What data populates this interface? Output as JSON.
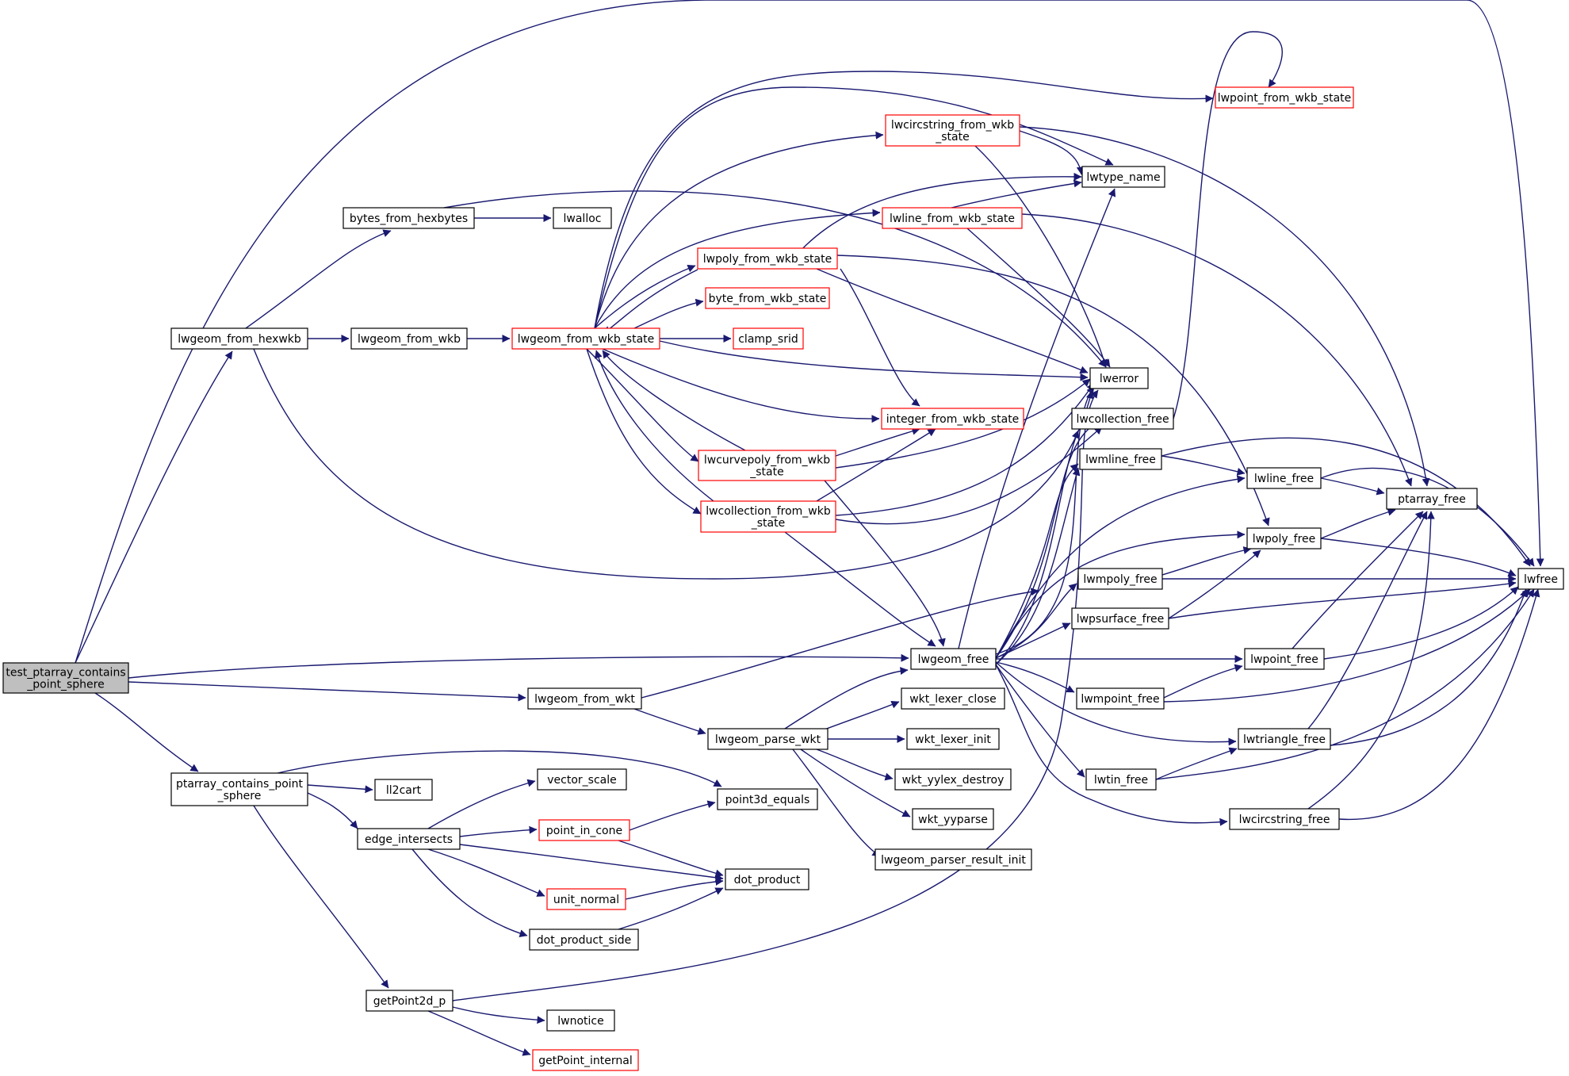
{
  "colors": {
    "edge": "#191970",
    "normal_border": "#000000",
    "truncated_border": "#ff0000",
    "root_fill": "#bfbfbf",
    "node_fill": "#ffffff"
  },
  "nodes": [
    {
      "id": "root",
      "lines": [
        "test_ptarray_contains",
        "_point_sphere"
      ],
      "style": "root"
    },
    {
      "id": "lwgeom_from_hexwkb",
      "lines": [
        "lwgeom_from_hexwkb"
      ],
      "style": "normal"
    },
    {
      "id": "ptarray_contains_point_sphere",
      "lines": [
        "ptarray_contains_point",
        "_sphere"
      ],
      "style": "normal"
    },
    {
      "id": "bytes_from_hexbytes",
      "lines": [
        "bytes_from_hexbytes"
      ],
      "style": "normal"
    },
    {
      "id": "lwalloc",
      "lines": [
        "lwalloc"
      ],
      "style": "normal"
    },
    {
      "id": "lwgeom_from_wkb",
      "lines": [
        "lwgeom_from_wkb"
      ],
      "style": "normal"
    },
    {
      "id": "lwgeom_from_wkb_state",
      "lines": [
        "lwgeom_from_wkb_state"
      ],
      "style": "truncated"
    },
    {
      "id": "lwcircstring_from_wkb_state",
      "lines": [
        "lwcircstring_from_wkb",
        "_state"
      ],
      "style": "truncated"
    },
    {
      "id": "lwline_from_wkb_state",
      "lines": [
        "lwline_from_wkb_state"
      ],
      "style": "truncated"
    },
    {
      "id": "lwpoly_from_wkb_state",
      "lines": [
        "lwpoly_from_wkb_state"
      ],
      "style": "truncated"
    },
    {
      "id": "byte_from_wkb_state",
      "lines": [
        "byte_from_wkb_state"
      ],
      "style": "truncated"
    },
    {
      "id": "clamp_srid",
      "lines": [
        "clamp_srid"
      ],
      "style": "truncated"
    },
    {
      "id": "integer_from_wkb_state",
      "lines": [
        "integer_from_wkb_state"
      ],
      "style": "truncated"
    },
    {
      "id": "lwcurvepoly_from_wkb_state",
      "lines": [
        "lwcurvepoly_from_wkb",
        "_state"
      ],
      "style": "truncated"
    },
    {
      "id": "lwcollection_from_wkb_state",
      "lines": [
        "lwcollection_from_wkb",
        "_state"
      ],
      "style": "truncated"
    },
    {
      "id": "lwpoint_from_wkb_state",
      "lines": [
        "lwpoint_from_wkb_state"
      ],
      "style": "truncated"
    },
    {
      "id": "lwtype_name",
      "lines": [
        "lwtype_name"
      ],
      "style": "normal"
    },
    {
      "id": "lwerror",
      "lines": [
        "lwerror"
      ],
      "style": "normal"
    },
    {
      "id": "lwcollection_free",
      "lines": [
        "lwcollection_free"
      ],
      "style": "normal"
    },
    {
      "id": "lwmline_free",
      "lines": [
        "lwmline_free"
      ],
      "style": "normal"
    },
    {
      "id": "lwline_free",
      "lines": [
        "lwline_free"
      ],
      "style": "normal"
    },
    {
      "id": "ptarray_free",
      "lines": [
        "ptarray_free"
      ],
      "style": "normal"
    },
    {
      "id": "lwpoly_free",
      "lines": [
        "lwpoly_free"
      ],
      "style": "normal"
    },
    {
      "id": "lwmpoly_free",
      "lines": [
        "lwmpoly_free"
      ],
      "style": "normal"
    },
    {
      "id": "lwfree",
      "lines": [
        "lwfree"
      ],
      "style": "normal"
    },
    {
      "id": "lwpsurface_free",
      "lines": [
        "lwpsurface_free"
      ],
      "style": "normal"
    },
    {
      "id": "lwgeom_free",
      "lines": [
        "lwgeom_free"
      ],
      "style": "normal"
    },
    {
      "id": "lwpoint_free",
      "lines": [
        "lwpoint_free"
      ],
      "style": "normal"
    },
    {
      "id": "lwmpoint_free",
      "lines": [
        "lwmpoint_free"
      ],
      "style": "normal"
    },
    {
      "id": "lwtriangle_free",
      "lines": [
        "lwtriangle_free"
      ],
      "style": "normal"
    },
    {
      "id": "lwtin_free",
      "lines": [
        "lwtin_free"
      ],
      "style": "normal"
    },
    {
      "id": "lwcircstring_free",
      "lines": [
        "lwcircstring_free"
      ],
      "style": "normal"
    },
    {
      "id": "lwgeom_from_wkt",
      "lines": [
        "lwgeom_from_wkt"
      ],
      "style": "normal"
    },
    {
      "id": "lwgeom_parse_wkt",
      "lines": [
        "lwgeom_parse_wkt"
      ],
      "style": "normal"
    },
    {
      "id": "wkt_lexer_close",
      "lines": [
        "wkt_lexer_close"
      ],
      "style": "normal"
    },
    {
      "id": "wkt_lexer_init",
      "lines": [
        "wkt_lexer_init"
      ],
      "style": "normal"
    },
    {
      "id": "wkt_yylex_destroy",
      "lines": [
        "wkt_yylex_destroy"
      ],
      "style": "normal"
    },
    {
      "id": "wkt_yyparse",
      "lines": [
        "wkt_yyparse"
      ],
      "style": "normal"
    },
    {
      "id": "lwgeom_parser_result_init",
      "lines": [
        "lwgeom_parser_result_init"
      ],
      "style": "normal"
    },
    {
      "id": "ll2cart",
      "lines": [
        "ll2cart"
      ],
      "style": "normal"
    },
    {
      "id": "vector_scale",
      "lines": [
        "vector_scale"
      ],
      "style": "normal"
    },
    {
      "id": "point3d_equals",
      "lines": [
        "point3d_equals"
      ],
      "style": "normal"
    },
    {
      "id": "edge_intersects",
      "lines": [
        "edge_intersects"
      ],
      "style": "normal"
    },
    {
      "id": "point_in_cone",
      "lines": [
        "point_in_cone"
      ],
      "style": "truncated"
    },
    {
      "id": "dot_product",
      "lines": [
        "dot_product"
      ],
      "style": "normal"
    },
    {
      "id": "unit_normal",
      "lines": [
        "unit_normal"
      ],
      "style": "truncated"
    },
    {
      "id": "dot_product_side",
      "lines": [
        "dot_product_side"
      ],
      "style": "normal"
    },
    {
      "id": "getPoint2d_p",
      "lines": [
        "getPoint2d_p"
      ],
      "style": "normal"
    },
    {
      "id": "lwnotice",
      "lines": [
        "lwnotice"
      ],
      "style": "normal"
    },
    {
      "id": "getPoint_internal",
      "lines": [
        "getPoint_internal"
      ],
      "style": "truncated"
    }
  ]
}
